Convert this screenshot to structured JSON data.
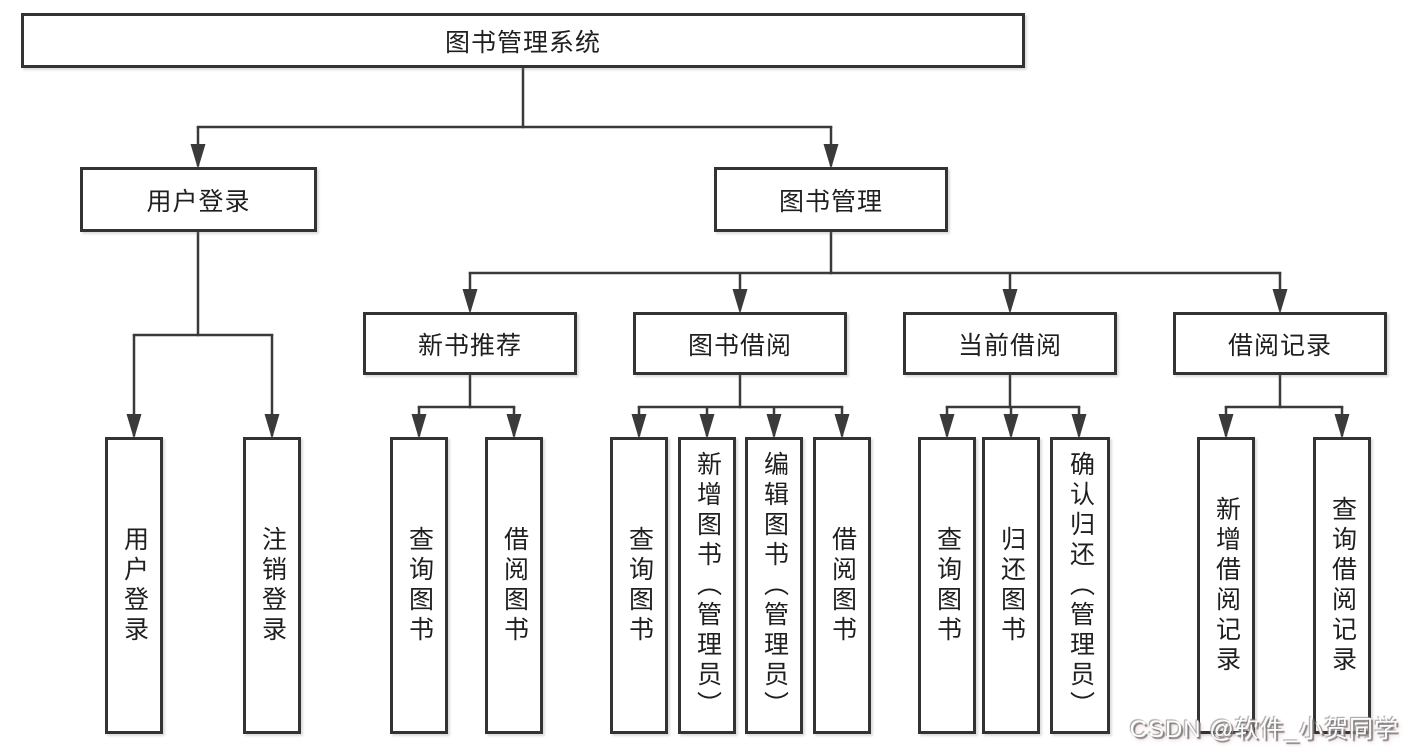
{
  "diagram_title": "图书管理系统",
  "colors": {
    "line": "#3a3a3a",
    "border": "#333333",
    "background": "#ffffff",
    "text": "#1f1f1f"
  },
  "nodes": {
    "root": "图书管理系统",
    "user_login": "用户登录",
    "book_mgmt": "图书管理",
    "new_book_rec": "新书推荐",
    "book_borrow": "图书借阅",
    "current_borrow": "当前借阅",
    "borrow_records": "借阅记录",
    "leaf_user_login": "用户登录",
    "leaf_logout": "注销登录",
    "leaf_query_book_rec": "查询图书",
    "leaf_borrow_book_rec": "借阅图书",
    "leaf_query_book_borrow": "查询图书",
    "leaf_add_book": "新增图书（管理员）",
    "leaf_edit_book": "编辑图书（管理员）",
    "leaf_borrow_book": "借阅图书",
    "leaf_query_book_current": "查询图书",
    "leaf_return_book": "归还图书",
    "leaf_confirm_return": "确认归还（管理员）",
    "leaf_add_record": "新增借阅记录",
    "leaf_query_record": "查询借阅记录"
  },
  "watermark": {
    "text": "CSDN @软件_小贺同学"
  }
}
